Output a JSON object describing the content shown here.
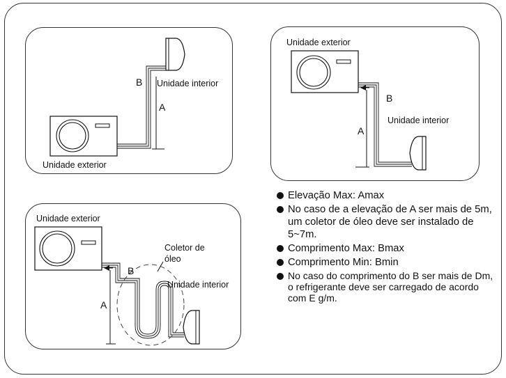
{
  "panel1": {
    "outdoor_label": "Unidade exterior",
    "indoor_label": "Unidade interior",
    "a_label": "A",
    "b_label": "B"
  },
  "panel2": {
    "outdoor_label": "Unidade exterior",
    "indoor_label": "Unidade interior",
    "a_label": "A",
    "b_label": "B"
  },
  "panel3": {
    "outdoor_label": "Unidade exterior",
    "indoor_label": "Unidade interior",
    "oil_trap_label_line1": "Coletor de",
    "oil_trap_label_line2": "óleo",
    "a_label": "A",
    "b_label": "B"
  },
  "notes": [
    {
      "text": "Elevação Max: Amax"
    },
    {
      "text": "No caso de a elevação de A ser mais de 5m, um coletor de óleo deve ser instalado de 5~7m."
    },
    {
      "text": "Comprimento Max: Bmax"
    },
    {
      "text": "Comprimento Min: Bmin"
    },
    {
      "text": "No caso do comprimento do B ser mais de Dm, o refrigerante deve ser carregado de acordo com E g/m."
    }
  ]
}
